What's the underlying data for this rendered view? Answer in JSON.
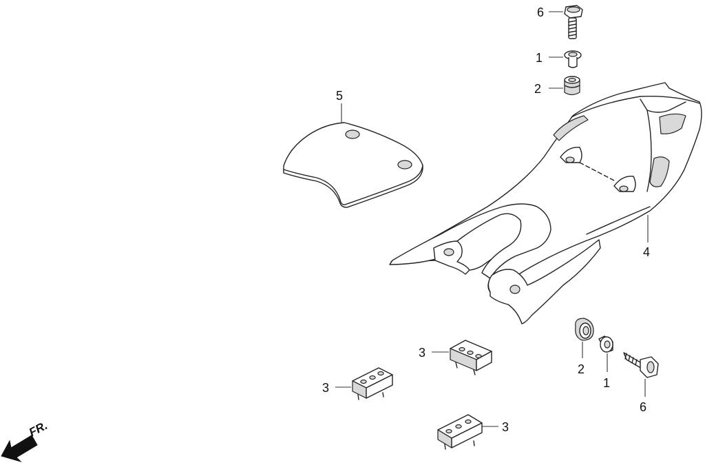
{
  "callouts": {
    "bolt_top": "6",
    "collar_top": "1",
    "grommet_top": "2",
    "pad": "5",
    "cover": "4",
    "grommet_bottom": "2",
    "collar_bottom": "1",
    "bolt_bottom": "6",
    "block_a": "3",
    "block_b": "3",
    "block_c": "3"
  },
  "front_indicator": "FR.",
  "icons": {
    "front_arrow": "front-direction-arrow-icon"
  }
}
